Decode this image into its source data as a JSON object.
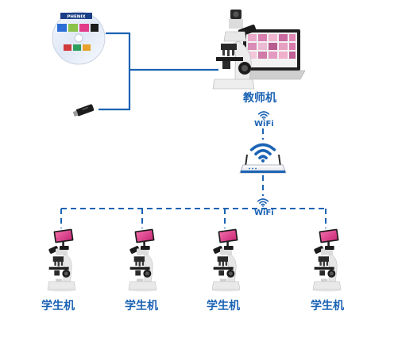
{
  "diagram": {
    "teacher_label": "教师机",
    "student_label": "学生机",
    "wifi_label": "WiFi",
    "cd_brand": "PHENIX",
    "colors": {
      "link": "#1b63b4",
      "label": "#1b63b4",
      "microscope_body": "#e6e6e6",
      "microscope_dark": "#1c1c1c",
      "screen": "#e23b8a"
    }
  }
}
